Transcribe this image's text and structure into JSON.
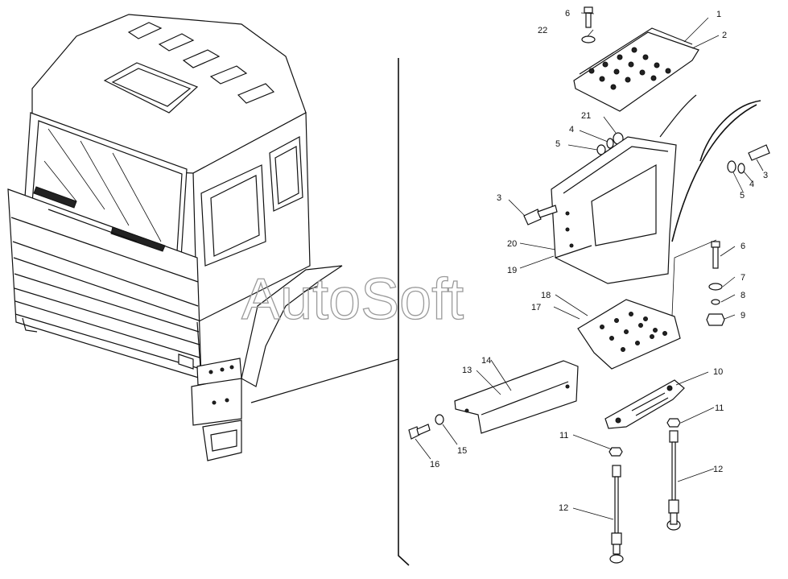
{
  "watermark": "AutoSoft",
  "callouts": {
    "c1": "1",
    "c2": "2",
    "c3a": "3",
    "c3b": "3",
    "c4a": "4",
    "c4b": "4",
    "c5a": "5",
    "c5b": "5",
    "c6a": "6",
    "c6b": "6",
    "c7": "7",
    "c8": "8",
    "c9": "9",
    "c10": "10",
    "c11a": "11",
    "c11b": "11",
    "c12a": "12",
    "c12b": "12",
    "c13": "13",
    "c14": "14",
    "c15": "15",
    "c16": "16",
    "c17": "17",
    "c18": "18",
    "c19": "19",
    "c20": "20",
    "c21": "21",
    "c22": "22"
  }
}
